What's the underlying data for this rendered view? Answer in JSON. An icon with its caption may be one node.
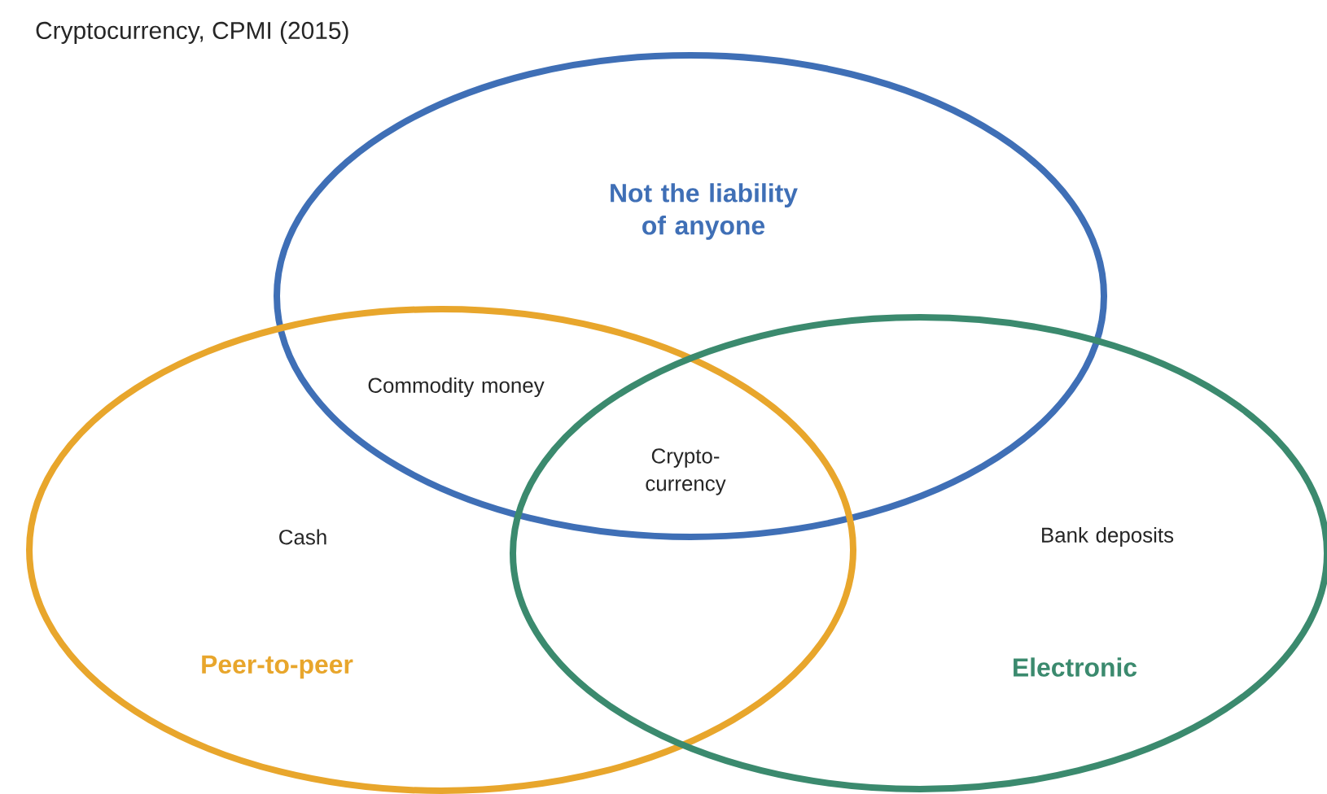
{
  "diagram": {
    "title": "Cryptocurrency, CPMI (2015)",
    "nodes": [
      {
        "text": [
          "Not the liability of anyone"
        ]
      },
      {
        "text": [
          "Peer-to-peer"
        ]
      },
      {
        "text": [
          "Electronic"
        ]
      }
    ],
    "labels": [
      "Commodity money",
      "Crypto-currency",
      "Cash",
      "Bank deposits"
    ]
  }
}
